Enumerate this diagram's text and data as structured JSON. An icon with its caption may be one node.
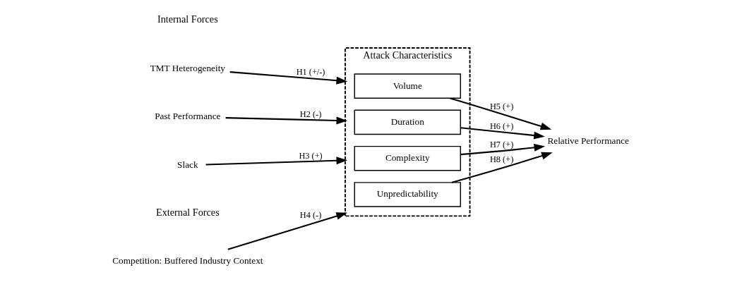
{
  "diagram": {
    "nodes": [
      {
        "text": [
          "TMT Heterogeneity"
        ]
      },
      {
        "text": [
          "Past Performance"
        ]
      },
      {
        "text": [
          "Slack"
        ]
      },
      {
        "text": [
          "Competition: Buffered Industry Context"
        ]
      },
      {
        "text": [
          "Attack Characteristics"
        ]
      },
      {
        "text": [
          "Volume"
        ],
        "in": 4
      },
      {
        "text": [
          "Duration"
        ],
        "in": 4
      },
      {
        "text": [
          "Complexity"
        ],
        "in": 4
      },
      {
        "text": [
          "Unpredictability"
        ],
        "in": 4
      },
      {
        "text": [
          "Relative Performance"
        ]
      }
    ],
    "edges": [
      {
        "from": 0,
        "to": 4,
        "arrow": "to",
        "label": "H1 (+/-)"
      },
      {
        "from": 1,
        "to": 4,
        "arrow": "to",
        "label": "H2 (-)"
      },
      {
        "from": 2,
        "to": 4,
        "arrow": "to",
        "label": "H3 (+)"
      },
      {
        "from": 3,
        "to": 4,
        "arrow": "to",
        "label": "H4 (-)"
      },
      {
        "from": 5,
        "to": 9,
        "arrow": "to",
        "label": "H5 (+)"
      },
      {
        "from": 6,
        "to": 9,
        "arrow": "to",
        "label": "H6 (+)"
      },
      {
        "from": 7,
        "to": 9,
        "arrow": "to",
        "label": "H7 (+)"
      },
      {
        "from": 8,
        "to": 9,
        "arrow": "to",
        "label": "H8 (+)"
      }
    ],
    "labels": [
      "Internal Forces",
      "External Forces"
    ]
  }
}
